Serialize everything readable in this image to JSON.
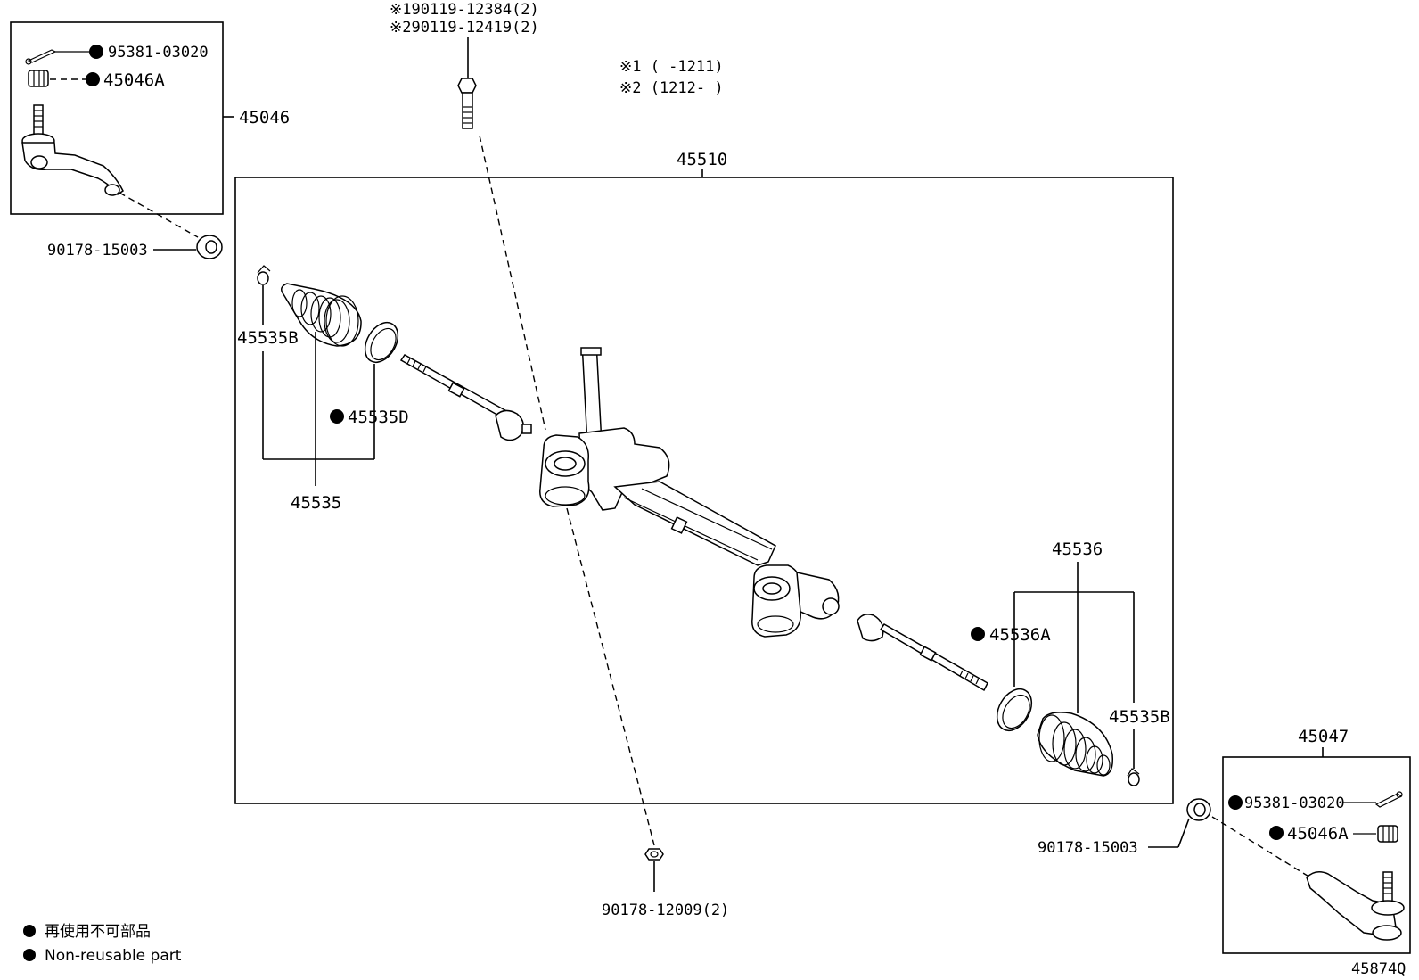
{
  "notes": {
    "bolt_v1": "※190119-12384(2)",
    "bolt_v2": "※290119-12419(2)",
    "range_1": "※1 (    -1211)",
    "range_2": "※2 (1212-    )"
  },
  "labels": {
    "cotter_pin_left": "95381-03020",
    "nut_left": "45046A",
    "tie_rod_end_left": "45046",
    "washer_left": "90178-15003",
    "gear_assembly": "45510",
    "clip_left": "45535B",
    "clamp_left": "45535D",
    "boot_kit_left": "45535",
    "boot_kit_right": "45536",
    "clamp_right": "45536A",
    "clip_right": "45535B",
    "nut_center": "90178-12009(2)",
    "tie_rod_end_right": "45047",
    "cotter_pin_right": "95381-03020",
    "nut_right": "45046A",
    "washer_right": "90178-15003"
  },
  "legend": {
    "jp": "再使用不可部品",
    "en": "Non-reusable part"
  },
  "figure_code": "45874Q"
}
